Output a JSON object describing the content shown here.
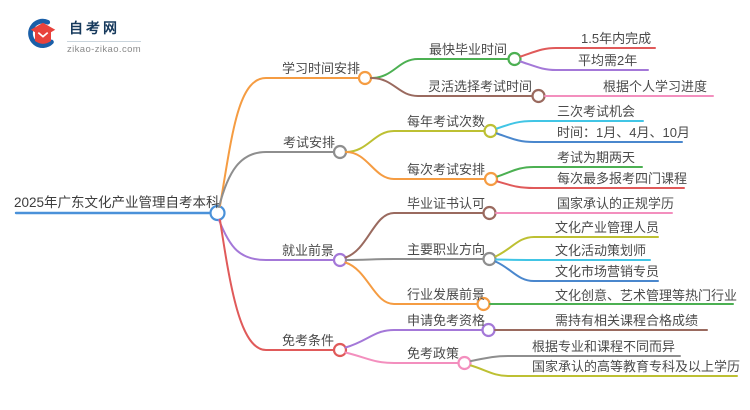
{
  "logo": {
    "title": "自考网",
    "domain": "zikao-zikao.com"
  },
  "colors": {
    "blue": "#4a91d9",
    "orange": "#f59c42",
    "gray": "#8e8e8e",
    "purple": "#a478d8",
    "red": "#e05a5a",
    "green": "#4cb052",
    "brown": "#9a6a5f",
    "pink": "#f38fbe",
    "olive": "#bdc033",
    "cyan": "#41c5e5",
    "skyblue": "#4a87cd",
    "text": "#4a4a4a",
    "logo_navy": "#16395c",
    "logo_red": "#e8423c",
    "logo_blue": "#1a5fa8"
  },
  "mindmap": {
    "root": {
      "label": "2025年广东文化产业管理自考本科"
    },
    "branches": [
      {
        "label": "学习时间安排",
        "children": [
          {
            "label": "最快毕业时间",
            "children": [
              {
                "label": "1.5年内完成"
              },
              {
                "label": "平均需2年"
              }
            ]
          },
          {
            "label": "灵活选择考试时间",
            "children": [
              {
                "label": "根据个人学习进度"
              }
            ]
          }
        ]
      },
      {
        "label": "考试安排",
        "children": [
          {
            "label": "每年考试次数",
            "children": [
              {
                "label": "三次考试机会"
              },
              {
                "label": "时间：1月、4月、10月"
              }
            ]
          },
          {
            "label": "每次考试安排",
            "children": [
              {
                "label": "考试为期两天"
              },
              {
                "label": "每次最多报考四门课程"
              }
            ]
          }
        ]
      },
      {
        "label": "就业前景",
        "children": [
          {
            "label": "毕业证书认可",
            "children": [
              {
                "label": "国家承认的正规学历"
              }
            ]
          },
          {
            "label": "主要职业方向",
            "children": [
              {
                "label": "文化产业管理人员"
              },
              {
                "label": "文化活动策划师"
              },
              {
                "label": "文化市场营销专员"
              }
            ]
          },
          {
            "label": "行业发展前景",
            "children": [
              {
                "label": "文化创意、艺术管理等热门行业"
              }
            ]
          }
        ]
      },
      {
        "label": "免考条件",
        "children": [
          {
            "label": "申请免考资格",
            "children": [
              {
                "label": "需持有相关课程合格成绩"
              }
            ]
          },
          {
            "label": "免考政策",
            "children": [
              {
                "label": "根据专业和课程不同而异"
              },
              {
                "label": "国家承认的高等教育专科及以上学历"
              }
            ]
          }
        ]
      }
    ]
  }
}
